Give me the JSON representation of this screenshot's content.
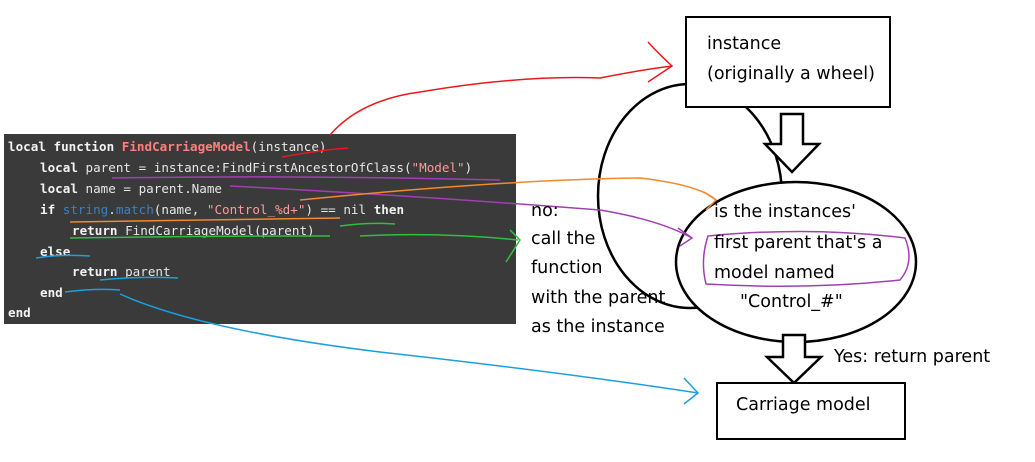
{
  "code": {
    "l1": {
      "kw": "local function",
      "fn": "FindCarriageModel",
      "rest": "(instance)"
    },
    "l2": {
      "kw": "local",
      "rest": " parent = instance:FindFirstAncestorOfClass(",
      "str": "\"Model\"",
      "end": ")"
    },
    "l3": {
      "kw": "local",
      "rest": " name = parent.Name"
    },
    "l4": {
      "kw1": "if",
      "lib": "string",
      "dot": ".",
      "lib2": "match",
      "mid": "(name, ",
      "str": "\"Control_%d+\"",
      "rest": ") == nil",
      "kw2": "then"
    },
    "l5": {
      "kw": "return",
      "rest": " FindCarriageModel(parent)"
    },
    "l6": {
      "kw": "else"
    },
    "l7": {
      "kw": "return",
      "rest": " parent"
    },
    "l8": {
      "kw": "end"
    },
    "l9": {
      "kw": "end"
    }
  },
  "diagram": {
    "instance_box": [
      "instance",
      "(originally a wheel)"
    ],
    "question": [
      "is the instances'",
      "first parent that's a",
      "model named",
      "\"Control_#\""
    ],
    "no_label": [
      "no:",
      "call the",
      "function",
      "with the parent",
      "as the instance"
    ],
    "yes_label": "Yes: return parent",
    "carriage_box": "Carriage model"
  },
  "colors": {
    "code_bg": "#3a3a3a",
    "red": "#e8191b",
    "purple": "#a040b0",
    "orange": "#f08a2a",
    "green": "#2fbf3f",
    "blue": "#1aa0e0"
  }
}
